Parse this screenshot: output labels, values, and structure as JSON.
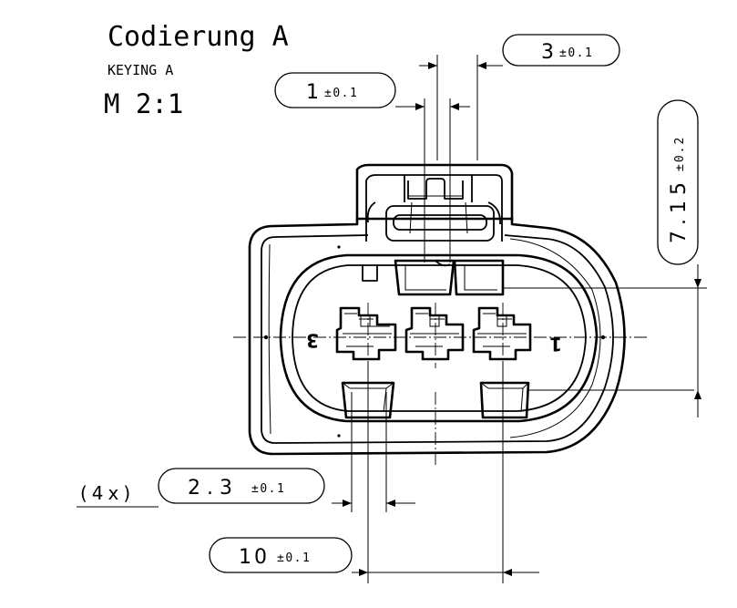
{
  "drawing": {
    "title": "Codierung A",
    "subtitle": "KEYING A",
    "scale": "M 2:1"
  },
  "dimensions": {
    "pin_pitch_small": {
      "value": "1",
      "tolerance": "±0.1"
    },
    "pin_width": {
      "value": "3",
      "tolerance": "±0.1"
    },
    "height": {
      "value": "7.15",
      "tolerance": "±0.2"
    },
    "pin_size": {
      "prefix": "(4x)",
      "value": "2.3",
      "tolerance": "±0.1"
    },
    "pin_distance": {
      "value": "10",
      "tolerance": "±0.1"
    }
  },
  "pins": {
    "left_label": "3",
    "right_label": "1"
  }
}
